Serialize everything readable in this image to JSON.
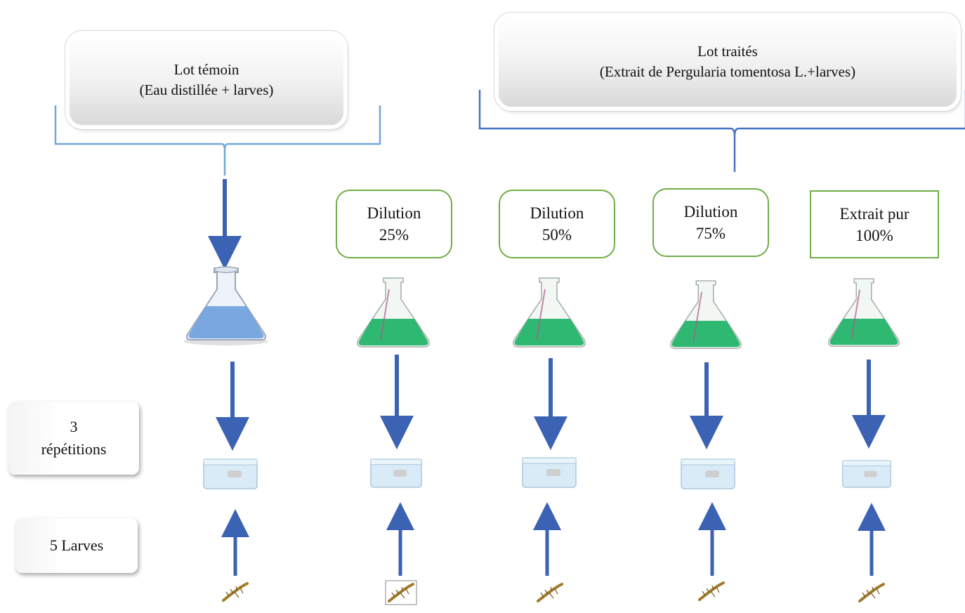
{
  "control": {
    "line1": "Lot témoin",
    "line2": "(Eau distillée + larves)"
  },
  "treated": {
    "line1": "Lot traités",
    "line2": "(Extrait de Pergularia tomentosa L.+larves)"
  },
  "dilutions": [
    {
      "line1": "Dilution",
      "line2": "25%"
    },
    {
      "line1": "Dilution",
      "line2": "50%"
    },
    {
      "line1": "Dilution",
      "line2": "75%"
    },
    {
      "line1": "Extrait pur",
      "line2": "100%"
    }
  ],
  "side_labels": {
    "repetitions_line1": "3",
    "repetitions_line2": "répétitions",
    "larvae": "5 Larves"
  },
  "colors": {
    "arrow": "#3b62b3",
    "brace": "#6fa8dc",
    "brace_dark": "#4472c4",
    "green_border": "#70ad47",
    "flask_blue": "#7aa7e0",
    "flask_green": "#2eb872"
  }
}
